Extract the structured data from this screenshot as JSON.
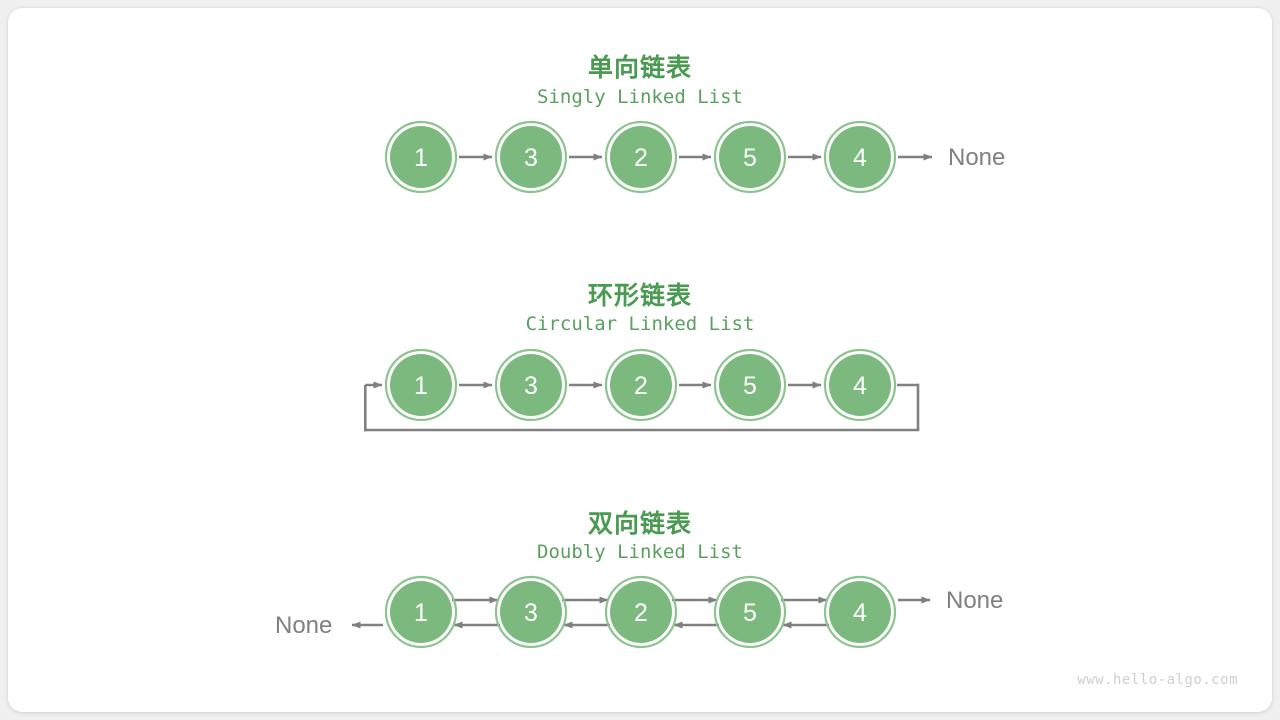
{
  "page": {
    "background_color": "#f0f0f0",
    "card_color": "#ffffff",
    "watermark": "www.hello-algo.com"
  },
  "theme": {
    "node_fill": "#7cb97f",
    "node_ring": "#8cc48f",
    "node_inner_ring": "#ffffff",
    "node_text": "#ffffff",
    "arrow_color": "#808080",
    "title_color": "#4a9a52",
    "subtitle_color": "#5aa05f",
    "none_text_color": "#808080",
    "watermark_color": "#cfcfcf"
  },
  "sections": [
    {
      "id": "singly",
      "title": "单向链表",
      "subtitle": "Singly Linked List",
      "nodes": [
        "1",
        "3",
        "2",
        "5",
        "4"
      ],
      "tail_label": "None",
      "head_label": null
    },
    {
      "id": "circular",
      "title": "环形链表",
      "subtitle": "Circular Linked List",
      "nodes": [
        "1",
        "3",
        "2",
        "5",
        "4"
      ],
      "tail_label": null,
      "head_label": null
    },
    {
      "id": "doubly",
      "title": "双向链表",
      "subtitle": "Doubly Linked List",
      "nodes": [
        "1",
        "3",
        "2",
        "5",
        "4"
      ],
      "tail_label": "None",
      "head_label": "None"
    }
  ]
}
